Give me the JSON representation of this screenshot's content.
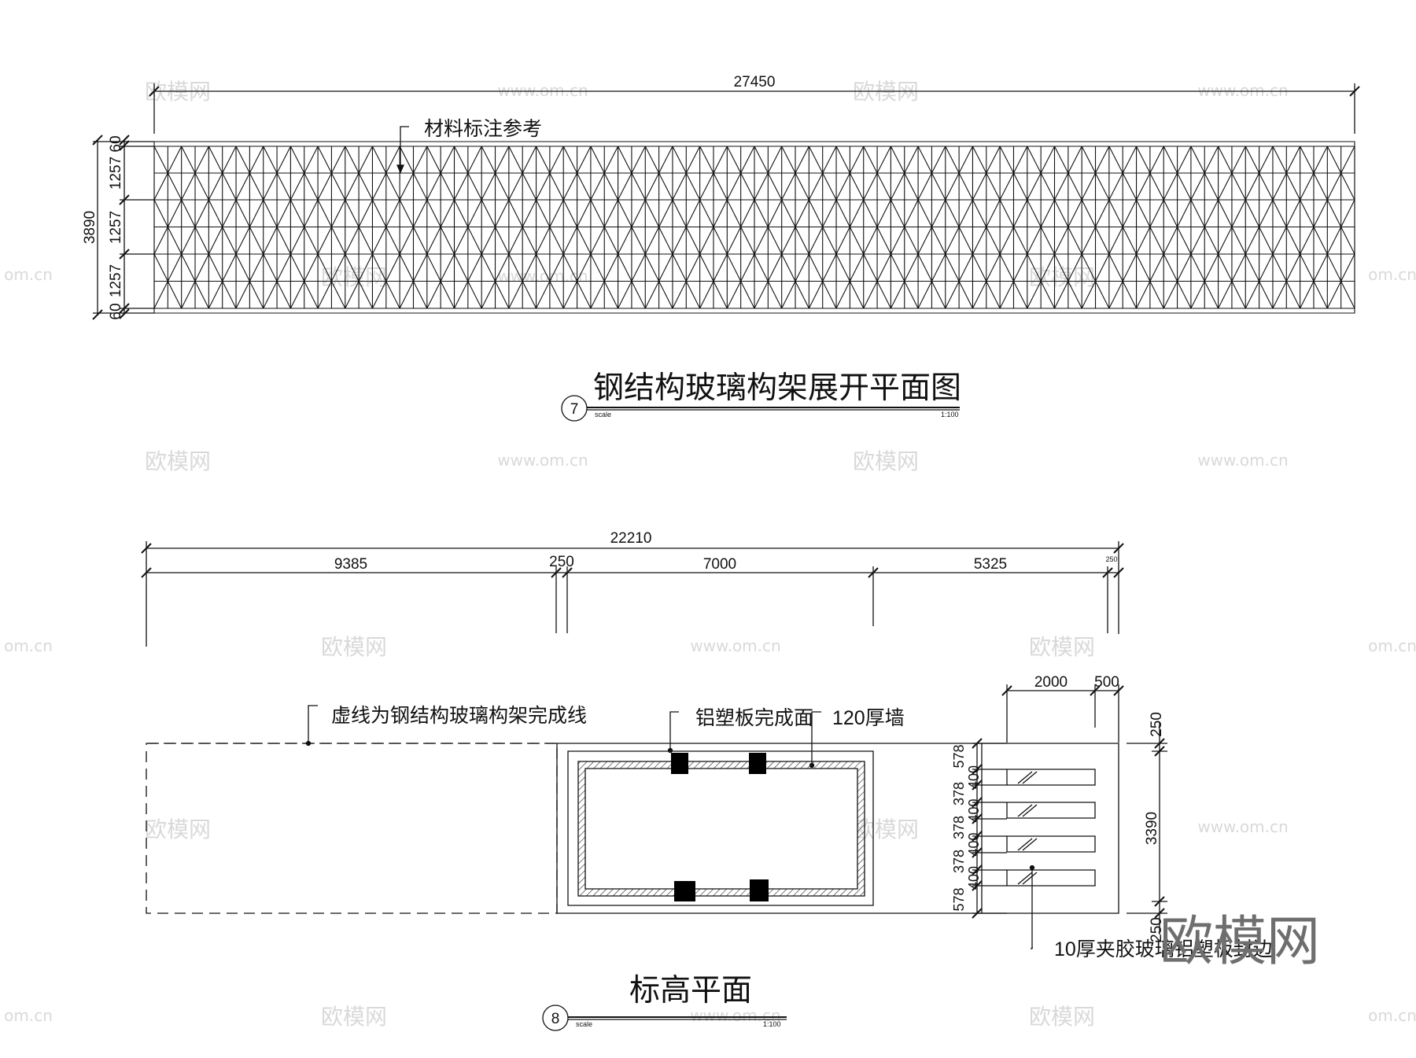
{
  "watermark": {
    "brand": "欧模网",
    "url": "www.om.cn",
    "url_cut": "om.cn"
  },
  "plan7": {
    "dim_total": "27450",
    "dim_total_height": "3890",
    "dim_rows": [
      "60",
      "1257",
      "1257",
      "1257",
      "60"
    ],
    "material_note": "材料标注参考",
    "title": "钢结构玻璃构架展开平面图",
    "number": "7",
    "scale_word": "scale",
    "scale_value": "1:100"
  },
  "plan8": {
    "dim_total": "22210",
    "dim_segments": [
      "9385",
      "250",
      "7000",
      "5325",
      "250"
    ],
    "dim_right_top": [
      "2000",
      "500"
    ],
    "dim_right_side": [
      "250",
      "3390",
      "250"
    ],
    "dim_rows_left": [
      "578",
      "400",
      "378",
      "400",
      "378",
      "400",
      "378",
      "400",
      "578"
    ],
    "note_dashed": "虚线为钢结构玻璃构架完成线",
    "note_panel": "铝塑板完成面",
    "note_wall": "120厚墙",
    "note_glass": "10厚夹胶玻璃铝塑板封边",
    "title": "标高平面",
    "number": "8",
    "scale_word": "scale",
    "scale_value": "1:100"
  }
}
